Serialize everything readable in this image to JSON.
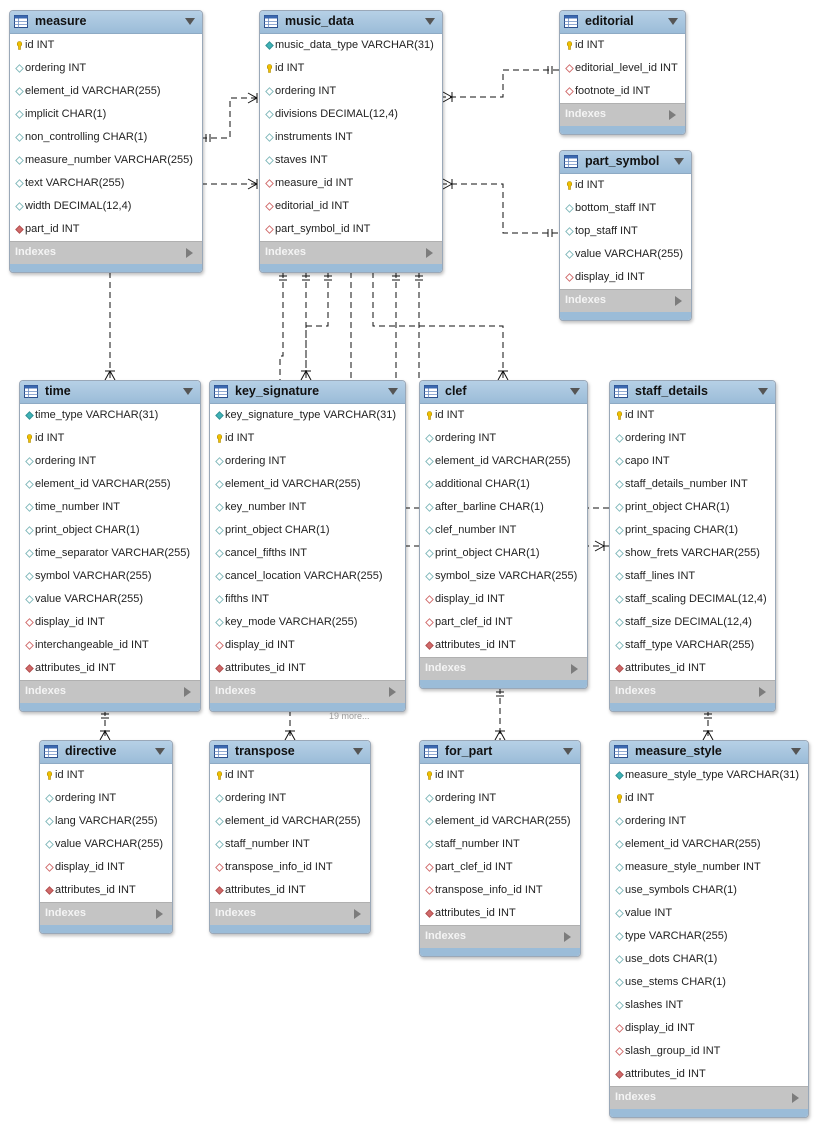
{
  "tables": [
    {
      "id": "measure",
      "name": "measure",
      "footer": "Indexes",
      "fields": [
        {
          "text": "id INT",
          "kind": "pk"
        },
        {
          "text": "ordering INT",
          "kind": "col"
        },
        {
          "text": "element_id VARCHAR(255)",
          "kind": "col"
        },
        {
          "text": "implicit CHAR(1)",
          "kind": "col"
        },
        {
          "text": "non_controlling CHAR(1)",
          "kind": "col"
        },
        {
          "text": "measure_number VARCHAR(255)",
          "kind": "col"
        },
        {
          "text": "text VARCHAR(255)",
          "kind": "col"
        },
        {
          "text": "width DECIMAL(12,4)",
          "kind": "col"
        },
        {
          "text": "part_id INT",
          "kind": "fknn"
        }
      ]
    },
    {
      "id": "music_data",
      "name": "music_data",
      "footer": "Indexes",
      "fields": [
        {
          "text": "music_data_type VARCHAR(31)",
          "kind": "nn"
        },
        {
          "text": "id INT",
          "kind": "pk"
        },
        {
          "text": "ordering INT",
          "kind": "col"
        },
        {
          "text": "divisions DECIMAL(12,4)",
          "kind": "col"
        },
        {
          "text": "instruments INT",
          "kind": "col"
        },
        {
          "text": "staves INT",
          "kind": "col"
        },
        {
          "text": "measure_id INT",
          "kind": "fk"
        },
        {
          "text": "editorial_id INT",
          "kind": "fk"
        },
        {
          "text": "part_symbol_id INT",
          "kind": "fk"
        }
      ]
    },
    {
      "id": "editorial",
      "name": "editorial",
      "footer": "Indexes",
      "fields": [
        {
          "text": "id INT",
          "kind": "pk"
        },
        {
          "text": "editorial_level_id INT",
          "kind": "fk"
        },
        {
          "text": "footnote_id INT",
          "kind": "fk"
        }
      ]
    },
    {
      "id": "part_symbol",
      "name": "part_symbol",
      "footer": "Indexes",
      "fields": [
        {
          "text": "id INT",
          "kind": "pk"
        },
        {
          "text": "bottom_staff INT",
          "kind": "col"
        },
        {
          "text": "top_staff INT",
          "kind": "col"
        },
        {
          "text": "value VARCHAR(255)",
          "kind": "col"
        },
        {
          "text": "display_id INT",
          "kind": "fk"
        }
      ]
    },
    {
      "id": "time",
      "name": "time",
      "footer": "Indexes",
      "fields": [
        {
          "text": "time_type VARCHAR(31)",
          "kind": "nn"
        },
        {
          "text": "id INT",
          "kind": "pk"
        },
        {
          "text": "ordering INT",
          "kind": "col"
        },
        {
          "text": "element_id VARCHAR(255)",
          "kind": "col"
        },
        {
          "text": "time_number INT",
          "kind": "col"
        },
        {
          "text": "print_object CHAR(1)",
          "kind": "col"
        },
        {
          "text": "time_separator VARCHAR(255)",
          "kind": "col"
        },
        {
          "text": "symbol VARCHAR(255)",
          "kind": "col"
        },
        {
          "text": "value VARCHAR(255)",
          "kind": "col"
        },
        {
          "text": "display_id INT",
          "kind": "fk"
        },
        {
          "text": "interchangeable_id INT",
          "kind": "fk"
        },
        {
          "text": "attributes_id INT",
          "kind": "fknn"
        }
      ]
    },
    {
      "id": "key_signature",
      "name": "key_signature",
      "footer": "Indexes",
      "more": "19 more...",
      "fields": [
        {
          "text": "key_signature_type VARCHAR(31)",
          "kind": "nn"
        },
        {
          "text": "id INT",
          "kind": "pk"
        },
        {
          "text": "ordering INT",
          "kind": "col"
        },
        {
          "text": "element_id VARCHAR(255)",
          "kind": "col"
        },
        {
          "text": "key_number INT",
          "kind": "col"
        },
        {
          "text": "print_object CHAR(1)",
          "kind": "col"
        },
        {
          "text": "cancel_fifths INT",
          "kind": "col"
        },
        {
          "text": "cancel_location VARCHAR(255)",
          "kind": "col"
        },
        {
          "text": "fifths INT",
          "kind": "col"
        },
        {
          "text": "key_mode VARCHAR(255)",
          "kind": "col"
        },
        {
          "text": "display_id INT",
          "kind": "fk"
        },
        {
          "text": "attributes_id INT",
          "kind": "fknn"
        }
      ]
    },
    {
      "id": "clef",
      "name": "clef",
      "footer": "Indexes",
      "fields": [
        {
          "text": "id INT",
          "kind": "pk"
        },
        {
          "text": "ordering INT",
          "kind": "col"
        },
        {
          "text": "element_id VARCHAR(255)",
          "kind": "col"
        },
        {
          "text": "additional CHAR(1)",
          "kind": "col"
        },
        {
          "text": "after_barline CHAR(1)",
          "kind": "col"
        },
        {
          "text": "clef_number INT",
          "kind": "col"
        },
        {
          "text": "print_object CHAR(1)",
          "kind": "col"
        },
        {
          "text": "symbol_size VARCHAR(255)",
          "kind": "col"
        },
        {
          "text": "display_id INT",
          "kind": "fk"
        },
        {
          "text": "part_clef_id INT",
          "kind": "fk"
        },
        {
          "text": "attributes_id INT",
          "kind": "fknn"
        }
      ]
    },
    {
      "id": "staff_details",
      "name": "staff_details",
      "footer": "Indexes",
      "fields": [
        {
          "text": "id INT",
          "kind": "pk"
        },
        {
          "text": "ordering INT",
          "kind": "col"
        },
        {
          "text": "capo INT",
          "kind": "col"
        },
        {
          "text": "staff_details_number INT",
          "kind": "col"
        },
        {
          "text": "print_object CHAR(1)",
          "kind": "col"
        },
        {
          "text": "print_spacing CHAR(1)",
          "kind": "col"
        },
        {
          "text": "show_frets VARCHAR(255)",
          "kind": "col"
        },
        {
          "text": "staff_lines INT",
          "kind": "col"
        },
        {
          "text": "staff_scaling DECIMAL(12,4)",
          "kind": "col"
        },
        {
          "text": "staff_size DECIMAL(12,4)",
          "kind": "col"
        },
        {
          "text": "staff_type VARCHAR(255)",
          "kind": "col"
        },
        {
          "text": "attributes_id INT",
          "kind": "fknn"
        }
      ]
    },
    {
      "id": "directive",
      "name": "directive",
      "footer": "Indexes",
      "fields": [
        {
          "text": "id INT",
          "kind": "pk"
        },
        {
          "text": "ordering INT",
          "kind": "col"
        },
        {
          "text": "lang VARCHAR(255)",
          "kind": "col"
        },
        {
          "text": "value VARCHAR(255)",
          "kind": "col"
        },
        {
          "text": "display_id INT",
          "kind": "fk"
        },
        {
          "text": "attributes_id INT",
          "kind": "fknn"
        }
      ]
    },
    {
      "id": "transpose",
      "name": "transpose",
      "footer": "Indexes",
      "fields": [
        {
          "text": "id INT",
          "kind": "pk"
        },
        {
          "text": "ordering INT",
          "kind": "col"
        },
        {
          "text": "element_id VARCHAR(255)",
          "kind": "col"
        },
        {
          "text": "staff_number INT",
          "kind": "col"
        },
        {
          "text": "transpose_info_id INT",
          "kind": "fk"
        },
        {
          "text": "attributes_id INT",
          "kind": "fknn"
        }
      ]
    },
    {
      "id": "for_part",
      "name": "for_part",
      "footer": "Indexes",
      "fields": [
        {
          "text": "id INT",
          "kind": "pk"
        },
        {
          "text": "ordering INT",
          "kind": "col"
        },
        {
          "text": "element_id VARCHAR(255)",
          "kind": "col"
        },
        {
          "text": "staff_number INT",
          "kind": "col"
        },
        {
          "text": "part_clef_id INT",
          "kind": "fk"
        },
        {
          "text": "transpose_info_id INT",
          "kind": "fk"
        },
        {
          "text": "attributes_id INT",
          "kind": "fknn"
        }
      ]
    },
    {
      "id": "measure_style",
      "name": "measure_style",
      "footer": "Indexes",
      "fields": [
        {
          "text": "measure_style_type VARCHAR(31)",
          "kind": "nn"
        },
        {
          "text": "id INT",
          "kind": "pk"
        },
        {
          "text": "ordering INT",
          "kind": "col"
        },
        {
          "text": "element_id VARCHAR(255)",
          "kind": "col"
        },
        {
          "text": "measure_style_number INT",
          "kind": "col"
        },
        {
          "text": "use_symbols CHAR(1)",
          "kind": "col"
        },
        {
          "text": "value INT",
          "kind": "col"
        },
        {
          "text": "type VARCHAR(255)",
          "kind": "col"
        },
        {
          "text": "use_dots CHAR(1)",
          "kind": "col"
        },
        {
          "text": "use_stems CHAR(1)",
          "kind": "col"
        },
        {
          "text": "slashes INT",
          "kind": "col"
        },
        {
          "text": "display_id INT",
          "kind": "fk"
        },
        {
          "text": "slash_group_id INT",
          "kind": "fk"
        },
        {
          "text": "attributes_id INT",
          "kind": "fknn"
        }
      ]
    }
  ],
  "icon_kinds": {
    "pk": "key-icon",
    "col": "column-diamond-icon",
    "nn": "not-null-diamond-icon",
    "fk": "foreign-key-diamond-icon",
    "fknn": "foreign-key-not-null-diamond-icon"
  },
  "colors": {
    "header": "#9bbcd8",
    "key": "#f0c000",
    "column": "#9ccfd0",
    "not_null": "#3fb2b6",
    "foreign_key": "#e2a2a2",
    "foreign_key_filled": "#d06a6a",
    "footer": "#c4c4c4",
    "line": "#111111"
  }
}
